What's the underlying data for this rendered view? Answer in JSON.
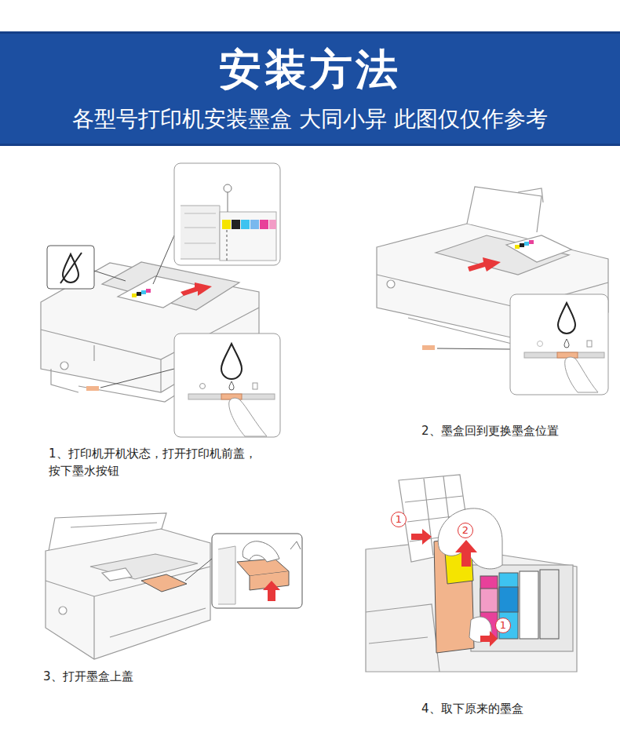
{
  "diagram": {
    "nodes": [
      {
        "text": [
          "安装方法",
          "各型号打印机安装墨盒 大同小异 此图仅仅作参考"
        ]
      },
      {
        "text": [
          "1"
        ]
      },
      {
        "text": [
          "2"
        ]
      },
      {
        "text": [
          "1"
        ]
      }
    ],
    "labels": [
      "1、打印机开机状态，打开打印机前盖， 按下墨水按钮",
      "2、墨盒回到更换墨盒位置",
      "3、打开墨盒上盖",
      "4、取下原来的墨盒"
    ]
  }
}
